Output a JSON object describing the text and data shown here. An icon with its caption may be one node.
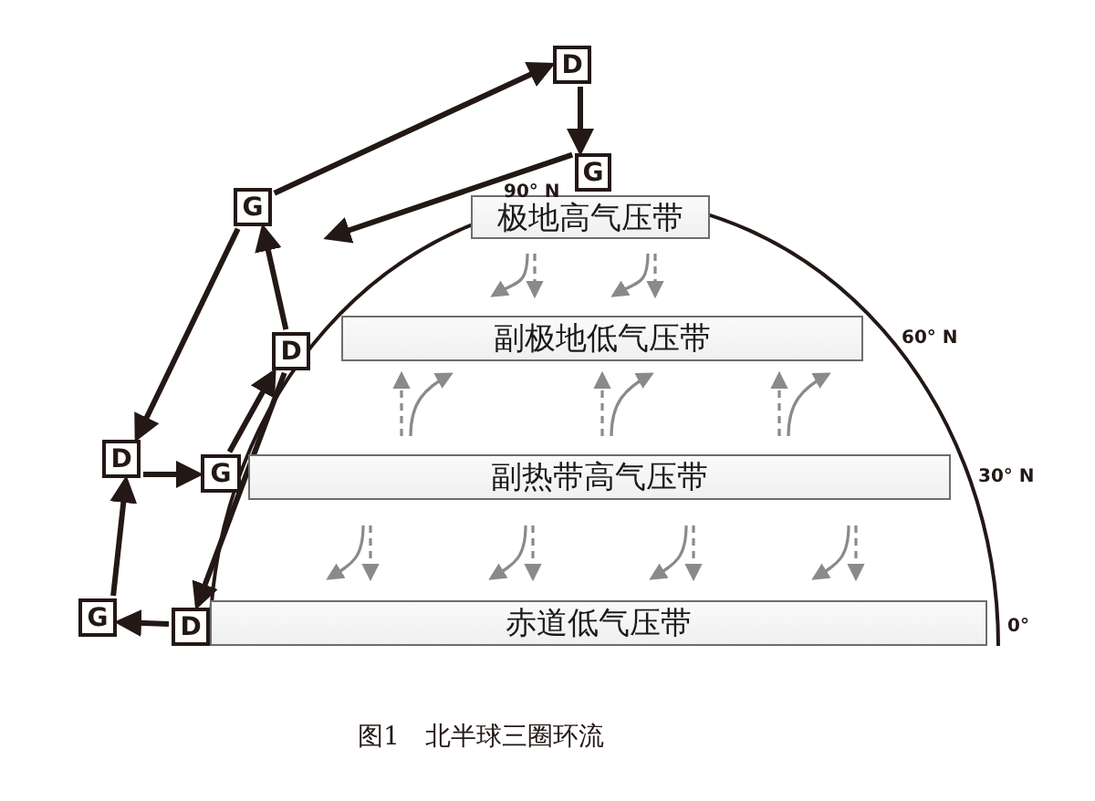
{
  "diagram": {
    "caption": "图1　北半球三圈环流",
    "nodes": [
      {
        "text": [
          "极地高气压带"
        ]
      },
      {
        "text": [
          "副极地低气压带"
        ]
      },
      {
        "text": [
          "副热带高气压带"
        ]
      },
      {
        "text": [
          "赤道低气压带"
        ]
      },
      {
        "text": [
          "D"
        ]
      },
      {
        "text": [
          "G"
        ]
      },
      {
        "text": [
          "G"
        ]
      },
      {
        "text": [
          "D"
        ]
      },
      {
        "text": [
          "D"
        ]
      },
      {
        "text": [
          "G"
        ]
      },
      {
        "text": [
          "G"
        ]
      },
      {
        "text": [
          "D"
        ]
      }
    ],
    "edges": [
      {
        "from": 6,
        "to": 4,
        "arrow": "to"
      },
      {
        "from": 4,
        "to": 5,
        "arrow": "to"
      },
      {
        "from": 5,
        "to": null,
        "arrow": "to"
      },
      {
        "from": 7,
        "to": 6,
        "arrow": "to"
      },
      {
        "from": 6,
        "to": 8,
        "arrow": "to"
      },
      {
        "from": 8,
        "to": 9,
        "arrow": "to"
      },
      {
        "from": 10,
        "to": 8,
        "arrow": "to"
      },
      {
        "from": 11,
        "to": 10,
        "arrow": "to"
      },
      {
        "from": 9,
        "to": 7,
        "arrow": "to"
      },
      {
        "from": 7,
        "to": 11,
        "arrow": "to"
      }
    ],
    "labels": [
      "90° N",
      "60° N",
      "30° N",
      "0°"
    ]
  }
}
